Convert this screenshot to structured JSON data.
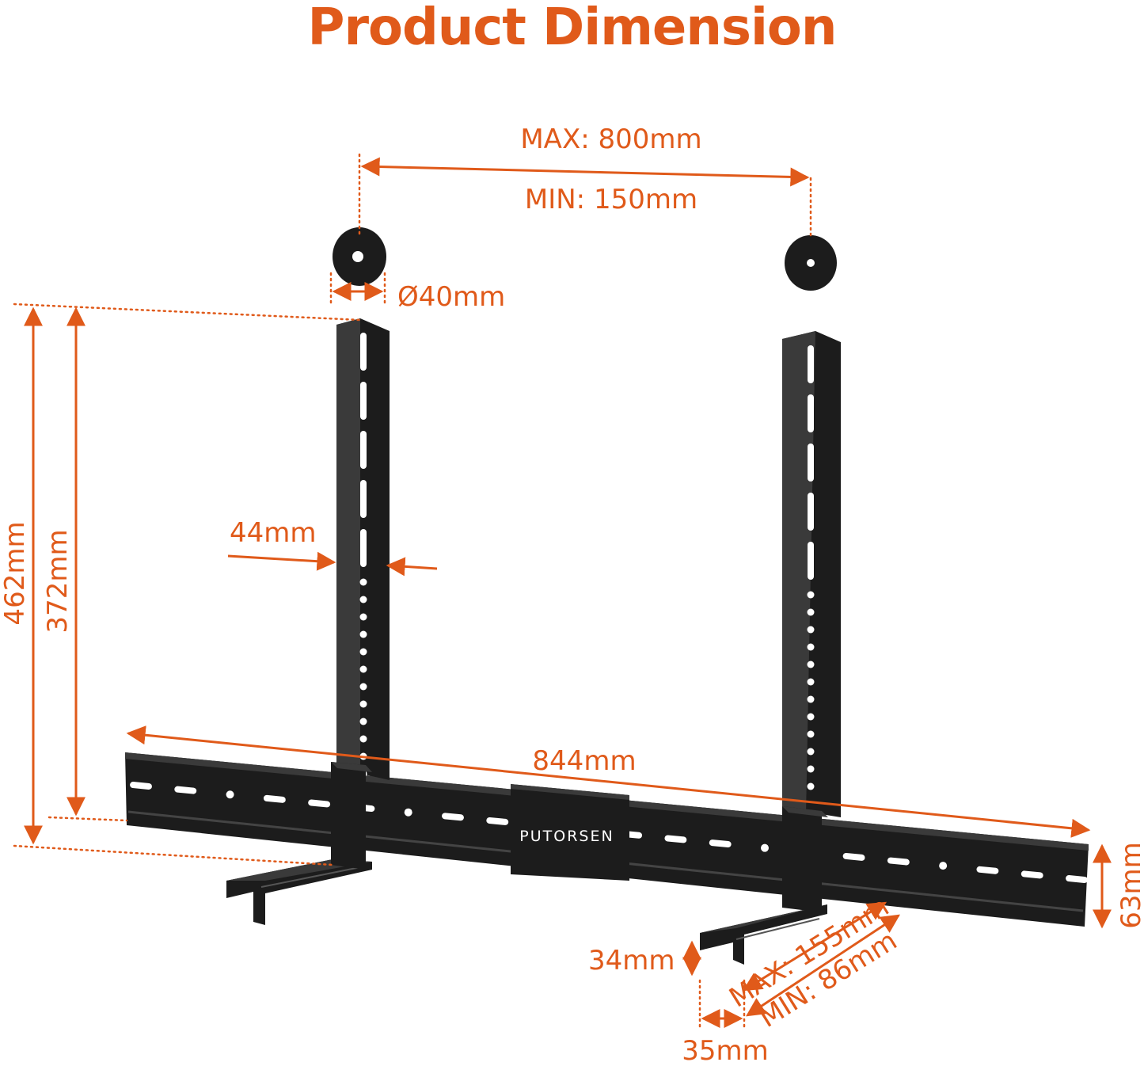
{
  "title": "Product Dimension",
  "brand": "PUTORSEN",
  "colors": {
    "accent": "#E05A1A",
    "metal": "#1c1c1c",
    "metal_edge": "#3a3a3a",
    "hole": "#ffffff"
  },
  "dimensions": {
    "vesa_max": "MAX: 800mm",
    "vesa_min": "MIN: 150mm",
    "spacer_diameter": "Ø40mm",
    "height_total": "462mm",
    "height_arm": "372mm",
    "arm_width": "44mm",
    "bar_length": "844mm",
    "bar_height": "63mm",
    "shelf_lip": "34mm",
    "shelf_depth_max": "MAX: 155mm",
    "shelf_depth_min": "MIN: 86mm",
    "shelf_width": "35mm"
  }
}
